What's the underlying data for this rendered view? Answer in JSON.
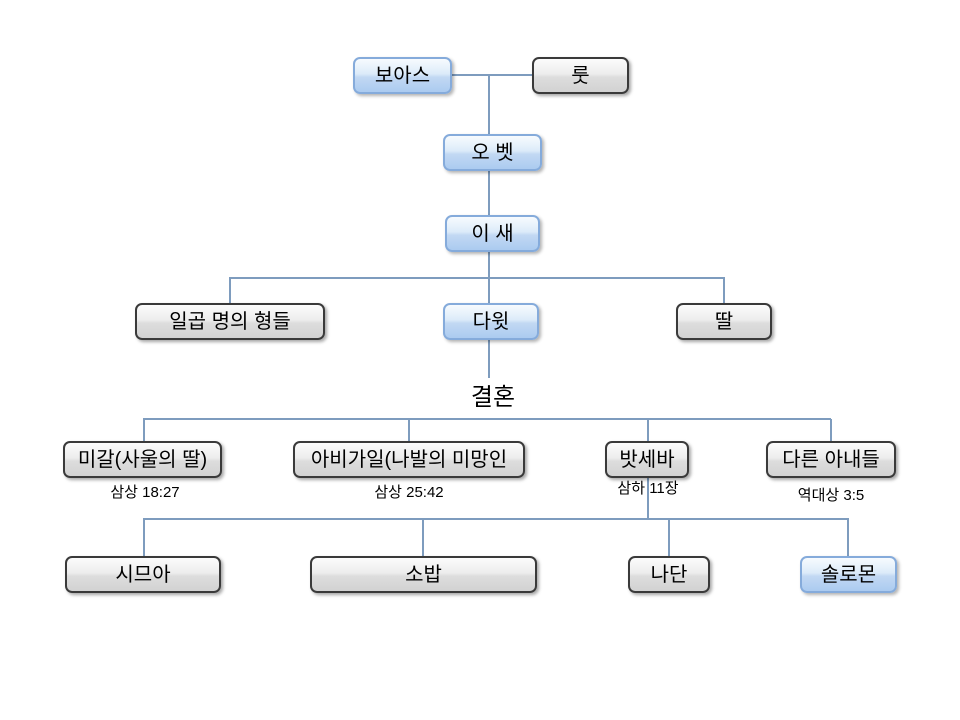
{
  "labels": {
    "marriage": "결혼"
  },
  "nodes": {
    "boaz": {
      "label": "보아스"
    },
    "ruth": {
      "label": "룻"
    },
    "obed": {
      "label": "오 벳"
    },
    "jesse": {
      "label": "이 새"
    },
    "seven_brothers": {
      "label": "일곱 명의 형들"
    },
    "david": {
      "label": "다윗"
    },
    "daughter": {
      "label": "딸"
    },
    "michal": {
      "label": "미갈(사울의 딸)",
      "ref": "삼상 18:27"
    },
    "abigail": {
      "label": "아비가일(나발의 미망인",
      "ref": "삼상 25:42"
    },
    "bathsheba": {
      "label": "밧세바",
      "ref": "삼하 11장"
    },
    "other_wives": {
      "label": "다른 아내들",
      "ref": "역대상 3:5"
    },
    "shimea": {
      "label": "시므아"
    },
    "shobab": {
      "label": "소밥"
    },
    "nathan": {
      "label": "나단"
    },
    "solomon": {
      "label": "솔로몬"
    }
  },
  "edges": [
    {
      "from": "보아스",
      "to": "룻",
      "type": "marriage"
    },
    {
      "from": "보아스·룻",
      "to": "오 벳",
      "type": "child"
    },
    {
      "from": "오 벳",
      "to": "이 새",
      "type": "child"
    },
    {
      "from": "이 새",
      "to": [
        "일곱 명의 형들",
        "다윗",
        "딸"
      ],
      "type": "children"
    },
    {
      "from": "다윗",
      "to": [
        "미갈(사울의 딸)",
        "아비가일(나발의 미망인",
        "밧세바",
        "다른 아내들"
      ],
      "type": "marriage"
    },
    {
      "from": "밧세바",
      "to": [
        "시므아",
        "소밥",
        "나단",
        "솔로몬"
      ],
      "type": "children"
    }
  ],
  "colors": {
    "blue_node_border": "#85ABDB",
    "blue_node_fill_bottom": "#ABCBF0",
    "gray_node_border": "#3A3A3A",
    "gray_node_fill_bottom": "#D2D2D2",
    "connector": "#7E9CBE",
    "background": "#FFFFFF",
    "text": "#000000"
  }
}
